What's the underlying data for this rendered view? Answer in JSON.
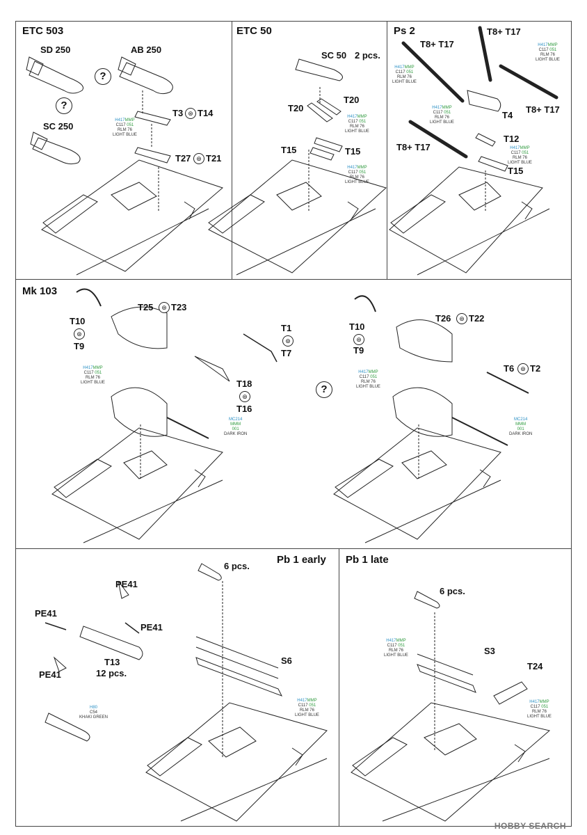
{
  "panels": {
    "etc503": {
      "title": "ETC 503",
      "labels": [
        "SD 250",
        "AB 250",
        "SC 250",
        "T3",
        "T14",
        "T27",
        "T21"
      ],
      "paint": {
        "c1": "H417",
        "c2": "MMP",
        "c3": "C117",
        "c4": "051",
        "c5": "RLM 76",
        "c6": "LIGHT BLUE"
      }
    },
    "etc50": {
      "title": "ETC 50",
      "labels": [
        "SC 50",
        "2 pcs.",
        "T20",
        "T20",
        "T15",
        "T15"
      ],
      "paint": {
        "c1": "H417",
        "c2": "MMP",
        "c3": "C117",
        "c4": "051",
        "c5": "RLM 76",
        "c6": "LIGHT BLUE"
      }
    },
    "ps2": {
      "title": "Ps 2",
      "labels": [
        "T8+ T17",
        "T8+ T17",
        "T8+ T17",
        "T4",
        "T8+ T17",
        "T12",
        "T15"
      ],
      "paint": {
        "c1": "H417",
        "c2": "MMP",
        "c3": "C117",
        "c4": "051",
        "c5": "RLM 76",
        "c6": "LIGHT BLUE"
      }
    },
    "mk103": {
      "title": "Mk 103",
      "labels": [
        "T25",
        "T23",
        "T10",
        "T9",
        "T1",
        "T7",
        "T18",
        "T16",
        "T26",
        "T22",
        "T10",
        "T9",
        "T6",
        "T2"
      ],
      "paint": {
        "c1": "H417",
        "c2": "MMP",
        "c3": "C117",
        "c4": "051",
        "c5": "RLM 76",
        "c6": "LIGHT BLUE"
      },
      "paint2": {
        "c1": "MC214",
        "c2": "MMM",
        "c3": "001",
        "c4": "DARK IRON"
      }
    },
    "pb1early": {
      "title": "Pb 1 early",
      "labels": [
        "6 pcs.",
        "PE41",
        "PE41",
        "PE41",
        "PE41",
        "T13",
        "12 pcs.",
        "S6"
      ],
      "paint": {
        "c1": "H417",
        "c2": "MMP",
        "c3": "C117",
        "c4": "051",
        "c5": "RLM 76",
        "c6": "LIGHT BLUE"
      },
      "paint_khaki": {
        "c1": "H80",
        "c2": "C54",
        "c3": "KHAKI GREEN"
      }
    },
    "pb1late": {
      "title": "Pb 1 late",
      "labels": [
        "6 pcs.",
        "S3",
        "T24"
      ],
      "paint": {
        "c1": "H417",
        "c2": "MMP",
        "c3": "C117",
        "c4": "051",
        "c5": "RLM 76",
        "c6": "LIGHT BLUE"
      }
    }
  },
  "symbols": {
    "question": "?",
    "step": "⊛"
  },
  "watermark": "HOBBY SEARCH",
  "colors": {
    "line": "#222222",
    "paint_blue": "#2a8fc4",
    "paint_green": "#2e9a3e"
  }
}
